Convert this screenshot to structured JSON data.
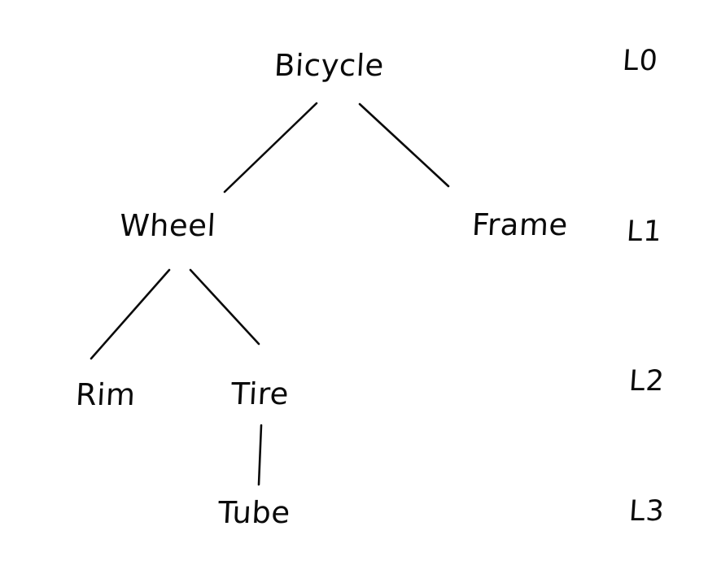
{
  "diagram": {
    "type": "tree",
    "style": "hand-drawn",
    "background_color": "#ffffff",
    "stroke_color": "#0a0a0a",
    "nodes": [
      {
        "id": "bicycle",
        "label": "Bicycle",
        "level": "L0"
      },
      {
        "id": "wheel",
        "label": "Wheel",
        "level": "L1"
      },
      {
        "id": "frame",
        "label": "Frame",
        "level": "L1"
      },
      {
        "id": "rim",
        "label": "Rim",
        "level": "L2"
      },
      {
        "id": "tire",
        "label": "Tire",
        "level": "L2"
      },
      {
        "id": "tube",
        "label": "Tube",
        "level": "L3"
      }
    ],
    "edges": [
      {
        "from": "bicycle",
        "to": "wheel"
      },
      {
        "from": "bicycle",
        "to": "frame"
      },
      {
        "from": "wheel",
        "to": "rim"
      },
      {
        "from": "wheel",
        "to": "tire"
      },
      {
        "from": "tire",
        "to": "tube"
      }
    ],
    "levels": [
      {
        "id": "l0",
        "label": "L0"
      },
      {
        "id": "l1",
        "label": "L1"
      },
      {
        "id": "l2",
        "label": "L2"
      },
      {
        "id": "l3",
        "label": "L3"
      }
    ]
  }
}
